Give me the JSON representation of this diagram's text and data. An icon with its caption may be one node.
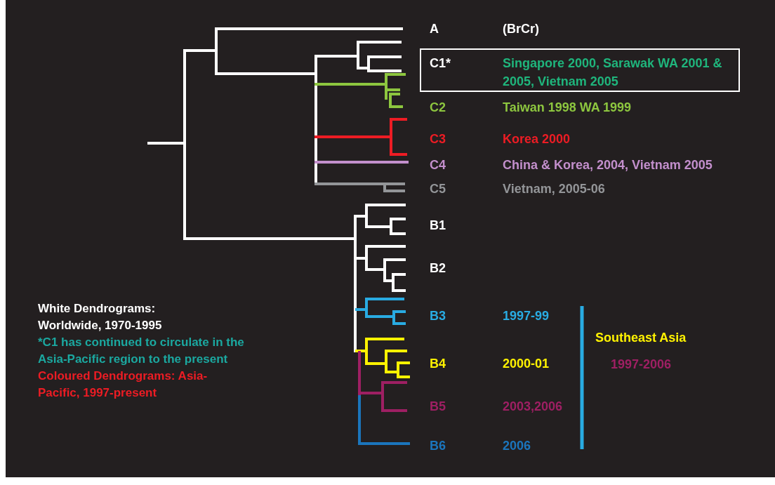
{
  "diagram": {
    "nodes": [
      {
        "text": [
          "C1*",
          "Singapore 2000, Sarawak WA 2001 & 2005, Vietnam 2005"
        ]
      }
    ],
    "labels": [
      "A",
      "(BrCr)",
      "C2",
      "Taiwan 1998 WA 1999",
      "C3",
      "Korea 2000",
      "C4",
      "China & Korea, 2004, Vietnam 2005",
      "C5",
      "Vietnam, 2005-06",
      "B1",
      "B2",
      "B3",
      "1997-99",
      "Southeast Asia",
      "B4",
      "2000-01",
      "1997-2006",
      "B5",
      "2003,2006",
      "B6",
      "2006",
      "White Dendrograms: Worldwide, 1970-1995",
      "*C1 has continued to circulate in the Asia-Pacific region to the present",
      "Coloured Dendrograms: Asia-Pacific, 1997-present"
    ]
  }
}
